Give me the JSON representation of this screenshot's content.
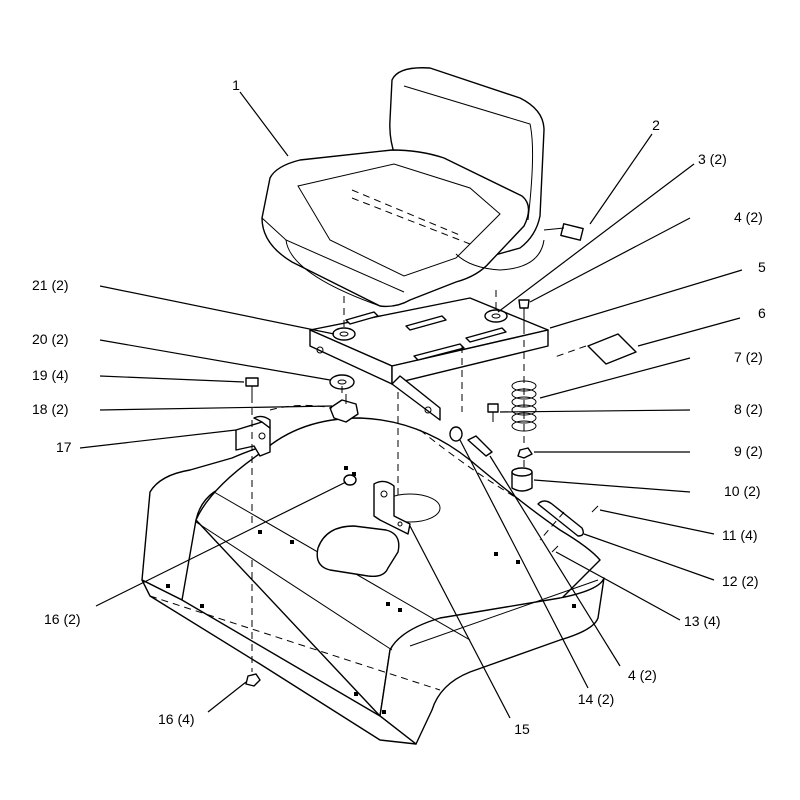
{
  "callouts": [
    {
      "id": "c1",
      "text": "1"
    },
    {
      "id": "c2",
      "text": "2"
    },
    {
      "id": "c3",
      "text": "3 (2)"
    },
    {
      "id": "c4a",
      "text": "4 (2)"
    },
    {
      "id": "c5",
      "text": "5"
    },
    {
      "id": "c6",
      "text": "6"
    },
    {
      "id": "c7",
      "text": "7 (2)"
    },
    {
      "id": "c8",
      "text": "8 (2)"
    },
    {
      "id": "c9",
      "text": "9 (2)"
    },
    {
      "id": "c10",
      "text": "10 (2)"
    },
    {
      "id": "c11",
      "text": "11 (4)"
    },
    {
      "id": "c12",
      "text": "12 (2)"
    },
    {
      "id": "c13",
      "text": "13 (4)"
    },
    {
      "id": "c4b",
      "text": "4 (2)"
    },
    {
      "id": "c14",
      "text": "14 (2)"
    },
    {
      "id": "c15",
      "text": "15"
    },
    {
      "id": "c16a",
      "text": "16 (2)"
    },
    {
      "id": "c16b",
      "text": "16 (4)"
    },
    {
      "id": "c17",
      "text": "17"
    },
    {
      "id": "c18",
      "text": "18 (2)"
    },
    {
      "id": "c19",
      "text": "19 (4)"
    },
    {
      "id": "c20",
      "text": "20 (2)"
    },
    {
      "id": "c21",
      "text": "21 (2)"
    }
  ]
}
